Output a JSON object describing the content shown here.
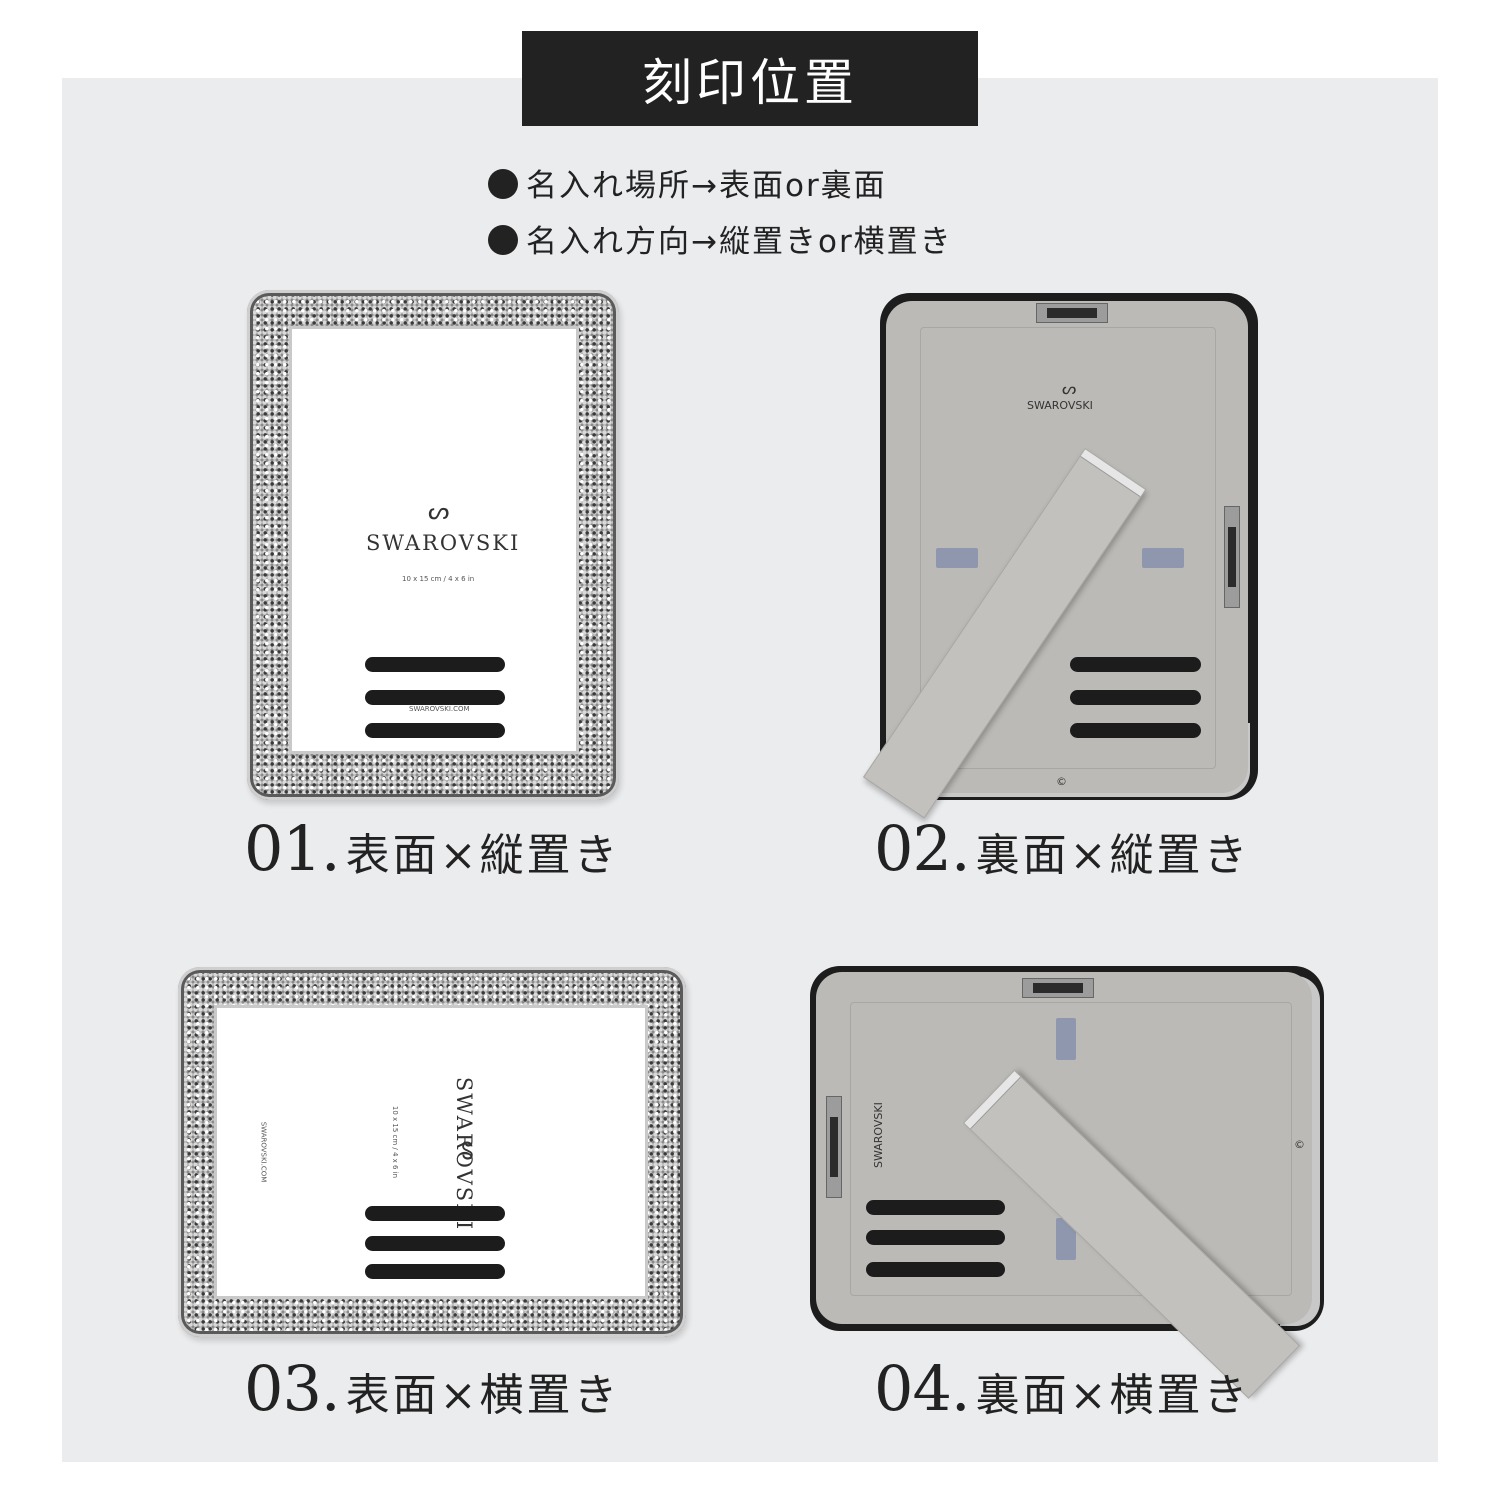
{
  "title": "刻印位置",
  "bullets": [
    "名入れ場所→表面or裏面",
    "名入れ方向→縦置きor横置き"
  ],
  "items": [
    {
      "number": "01.",
      "label": "表面×縦置き"
    },
    {
      "number": "02.",
      "label": "裏面×縦置き"
    },
    {
      "number": "03.",
      "label": "表面×横置き"
    },
    {
      "number": "04.",
      "label": "裏面×横置き"
    }
  ],
  "frame_text": {
    "brand": "SWAROVSKI",
    "size": "10 x 15 cm / 4 x 6 in",
    "url": "SWAROVSKI.COM",
    "swan": "ᔕ"
  },
  "colors": {
    "background": "#ebecee",
    "title_box": "#222222",
    "engraving_line": "#1c1c1c"
  }
}
